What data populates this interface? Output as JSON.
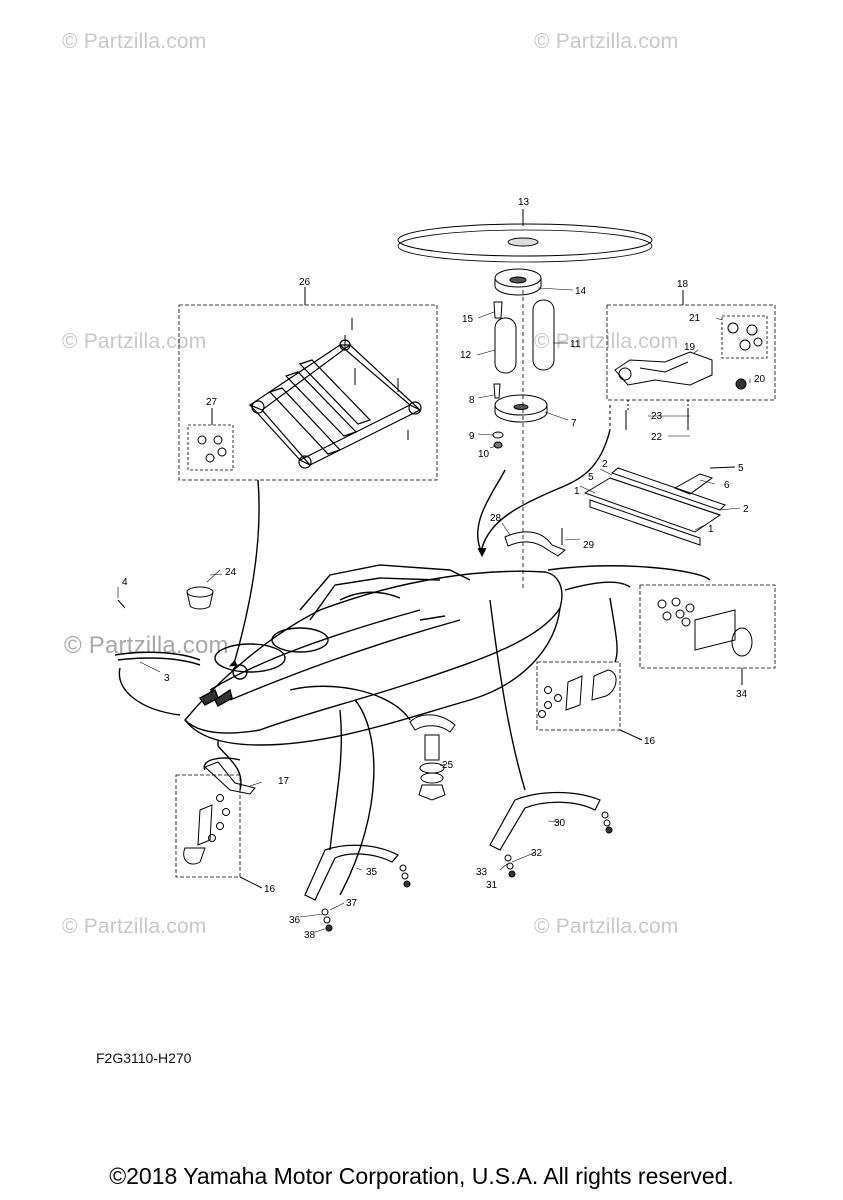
{
  "watermarks": [
    {
      "text": "© Partzilla.com"
    },
    {
      "text": "© Partzilla.com"
    },
    {
      "text": "© Partzilla.com"
    },
    {
      "text": "© Partzilla.com"
    },
    {
      "text": "© Partzilla.com"
    },
    {
      "text": "© Partzilla.com"
    },
    {
      "text": "© Partzilla.com"
    }
  ],
  "diagram_code": "F2G3110-H270",
  "copyright": "©2018 Yamaha Motor Corporation, U.S.A. All rights reserved.",
  "callouts": [
    "1",
    "1",
    "2",
    "2",
    "3",
    "4",
    "5",
    "5",
    "6",
    "7",
    "8",
    "9",
    "10",
    "11",
    "12",
    "13",
    "14",
    "15",
    "16",
    "16",
    "17",
    "18",
    "19",
    "20",
    "21",
    "22",
    "23",
    "24",
    "25",
    "26",
    "27",
    "28",
    "29",
    "30",
    "31",
    "32",
    "33",
    "34",
    "35",
    "36",
    "37",
    "38"
  ]
}
